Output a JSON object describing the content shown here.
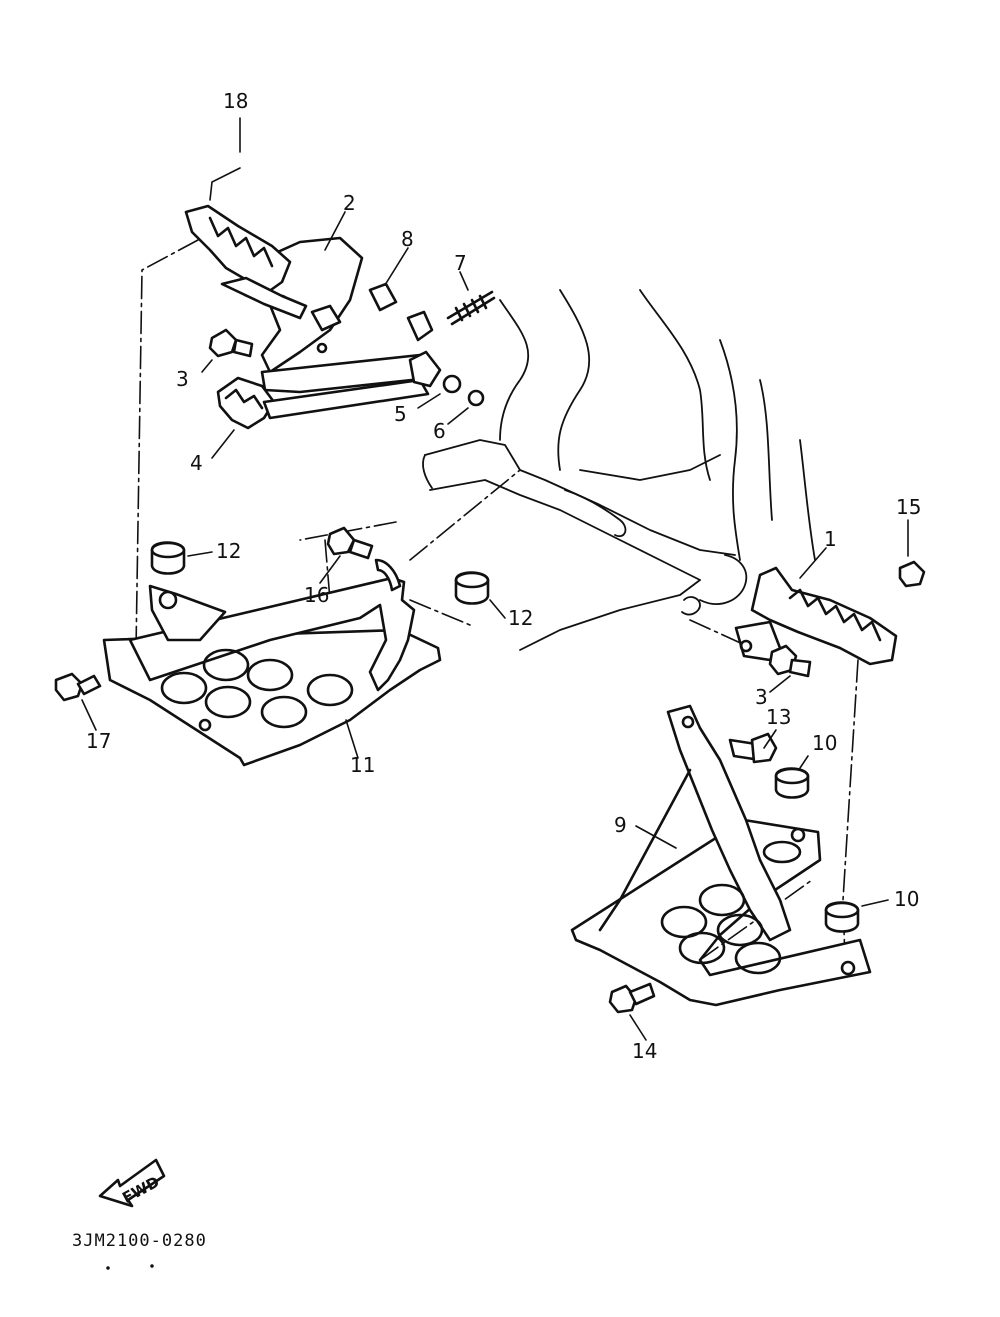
{
  "diagram_code": "3JM2100-0280",
  "direction_arrow": {
    "text": "FWD"
  },
  "callouts": [
    {
      "id": "c18",
      "text": "18"
    },
    {
      "id": "c2",
      "text": "2"
    },
    {
      "id": "c8",
      "text": "8"
    },
    {
      "id": "c7",
      "text": "7"
    },
    {
      "id": "c3a",
      "text": "3"
    },
    {
      "id": "c5",
      "text": "5"
    },
    {
      "id": "c6",
      "text": "6"
    },
    {
      "id": "c4",
      "text": "4"
    },
    {
      "id": "c12a",
      "text": "12"
    },
    {
      "id": "c16",
      "text": "16"
    },
    {
      "id": "c12b",
      "text": "12"
    },
    {
      "id": "c1",
      "text": "1"
    },
    {
      "id": "c15",
      "text": "15"
    },
    {
      "id": "c3b",
      "text": "3"
    },
    {
      "id": "c17",
      "text": "17"
    },
    {
      "id": "c11",
      "text": "11"
    },
    {
      "id": "c13",
      "text": "13"
    },
    {
      "id": "c10a",
      "text": "10"
    },
    {
      "id": "c9",
      "text": "9"
    },
    {
      "id": "c10b",
      "text": "10"
    },
    {
      "id": "c14",
      "text": "14"
    }
  ]
}
